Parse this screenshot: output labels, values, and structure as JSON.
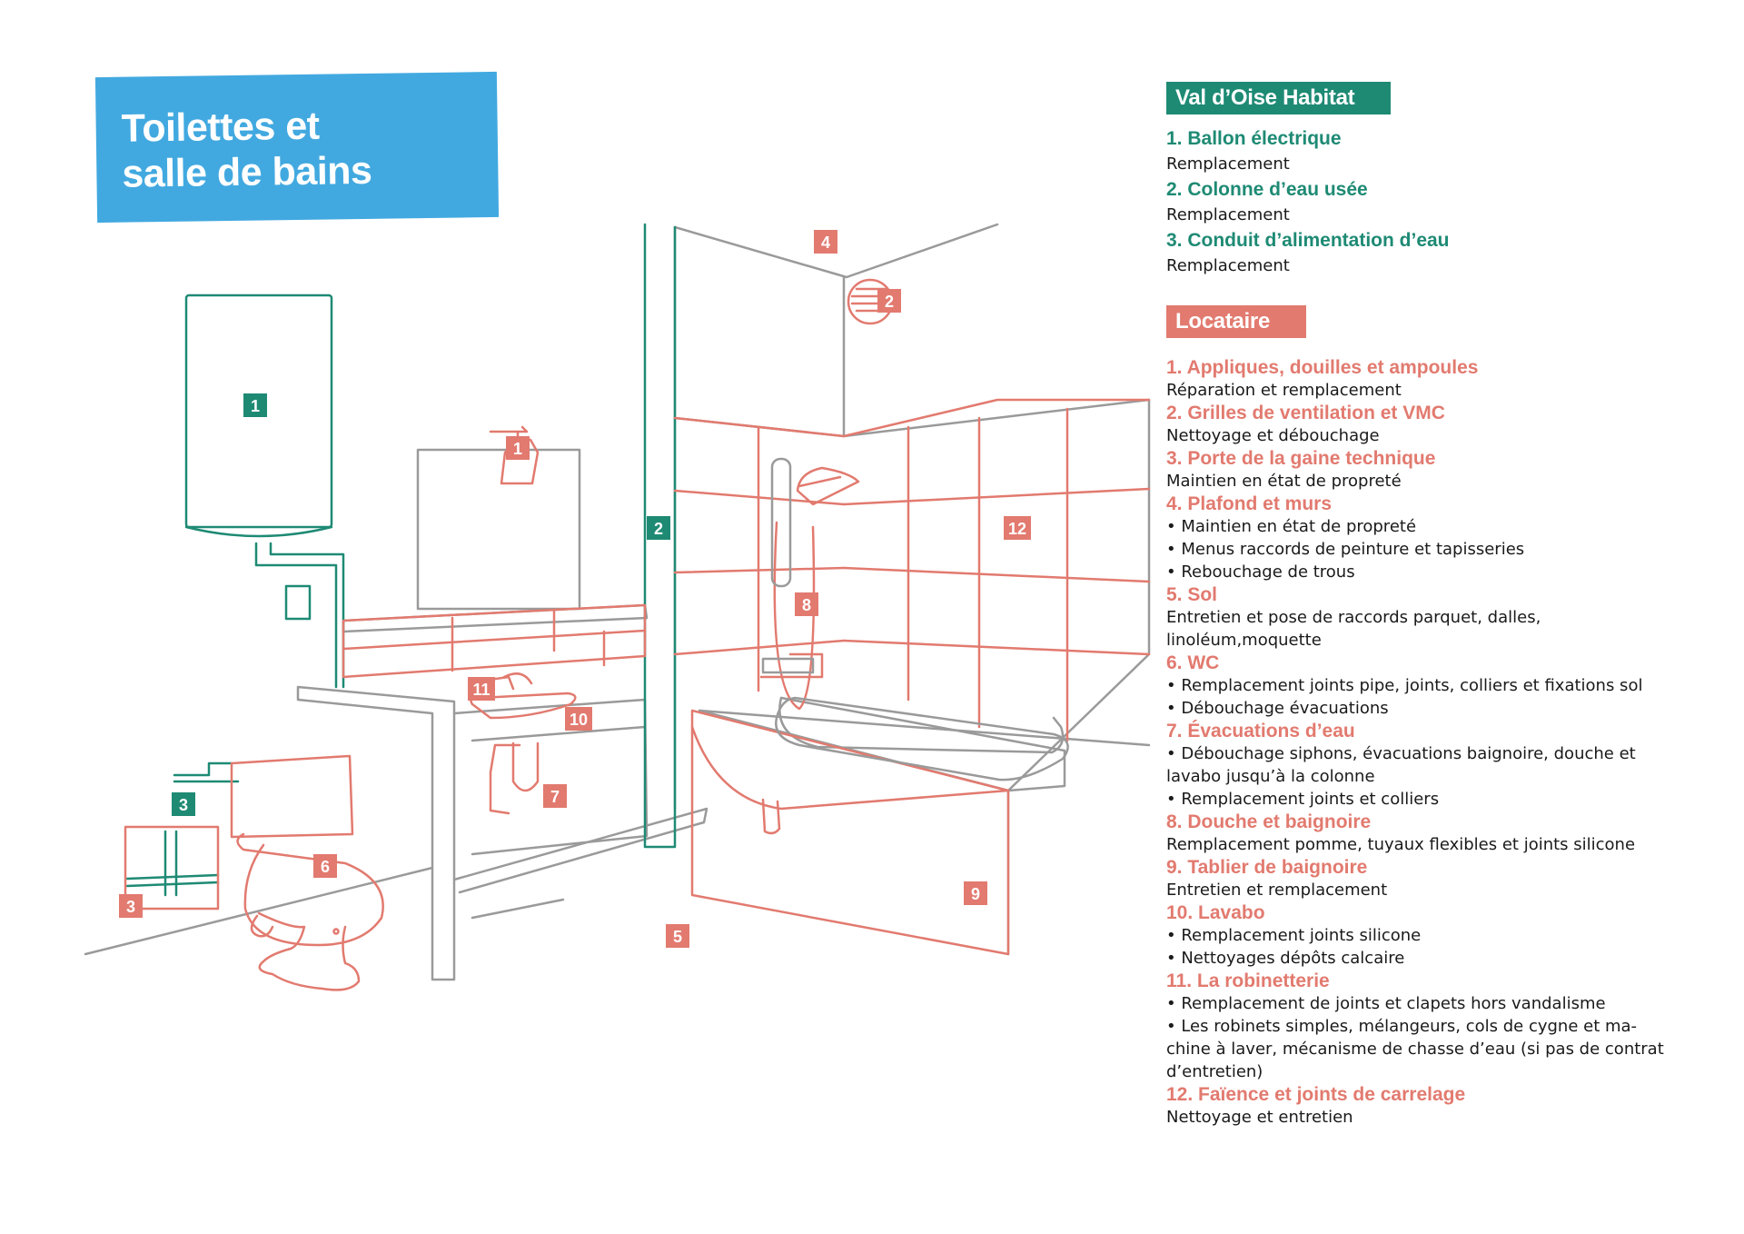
{
  "title": {
    "line1": "Toilettes et",
    "line2": "salle de bains"
  },
  "colors": {
    "title_bg": "#42a9e0",
    "val_oise": "#1e8a74",
    "locataire": "#e27a6f",
    "line_gray": "#9a9a9a"
  },
  "diagram_tags": [
    {
      "id": "tag-vo-1",
      "label": "1",
      "group": "val_oise",
      "item": "ballon-electrique"
    },
    {
      "id": "tag-vo-2",
      "label": "2",
      "group": "val_oise",
      "item": "colonne-eau-usee"
    },
    {
      "id": "tag-vo-3",
      "label": "3",
      "group": "val_oise",
      "item": "conduit-alimentation"
    },
    {
      "id": "tag-loc-1",
      "label": "1",
      "group": "locataire",
      "item": "appliques"
    },
    {
      "id": "tag-loc-2",
      "label": "2",
      "group": "locataire",
      "item": "grilles-ventilation"
    },
    {
      "id": "tag-loc-3",
      "label": "3",
      "group": "locataire",
      "item": "porte-gaine"
    },
    {
      "id": "tag-loc-4",
      "label": "4",
      "group": "locataire",
      "item": "plafond-murs"
    },
    {
      "id": "tag-loc-5",
      "label": "5",
      "group": "locataire",
      "item": "sol"
    },
    {
      "id": "tag-loc-6",
      "label": "6",
      "group": "locataire",
      "item": "wc"
    },
    {
      "id": "tag-loc-7",
      "label": "7",
      "group": "locataire",
      "item": "evacuations"
    },
    {
      "id": "tag-loc-8",
      "label": "8",
      "group": "locataire",
      "item": "douche-baignoire"
    },
    {
      "id": "tag-loc-9",
      "label": "9",
      "group": "locataire",
      "item": "tablier"
    },
    {
      "id": "tag-loc-10",
      "label": "10",
      "group": "locataire",
      "item": "lavabo"
    },
    {
      "id": "tag-loc-11",
      "label": "11",
      "group": "locataire",
      "item": "robinetterie"
    },
    {
      "id": "tag-loc-12",
      "label": "12",
      "group": "locataire",
      "item": "faience"
    }
  ],
  "val_oise": {
    "header": "Val d’Oise Habitat",
    "entries": [
      {
        "title": "1. Ballon électrique",
        "lines": [
          "Remplacement"
        ]
      },
      {
        "title": "2. Colonne d’eau usée",
        "lines": [
          "Remplacement"
        ]
      },
      {
        "title": "3. Conduit d’alimentation d’eau",
        "lines": [
          "Remplacement"
        ]
      }
    ]
  },
  "locataire": {
    "header": "Locataire",
    "entries": [
      {
        "title": "1. Appliques, douilles et ampoules",
        "lines": [
          "Réparation et remplacement"
        ]
      },
      {
        "title": "2. Grilles de ventilation et VMC",
        "lines": [
          "Nettoyage et débouchage"
        ]
      },
      {
        "title": "3. Porte de la gaine technique",
        "lines": [
          "Maintien en état de propreté"
        ]
      },
      {
        "title": "4. Plafond et murs",
        "lines": [
          "• Maintien en état de propreté",
          "• Menus raccords de peinture et tapisseries",
          "• Rebouchage de trous"
        ]
      },
      {
        "title": "5. Sol",
        "lines": [
          "Entretien et pose de raccords parquet, dalles,",
          "linoléum,moquette"
        ]
      },
      {
        "title": "6. WC",
        "lines": [
          "• Remplacement joints pipe, joints, colliers et fixations sol",
          "• Débouchage évacuations"
        ]
      },
      {
        "title": "7. Évacuations d’eau",
        "lines": [
          "• Débouchage siphons, évacuations baignoire, douche et",
          "lavabo jusqu’à la colonne",
          "• Remplacement joints et colliers"
        ]
      },
      {
        "title": "8. Douche et baignoire",
        "lines": [
          "Remplacement pomme, tuyaux flexibles et joints silicone"
        ]
      },
      {
        "title": "9. Tablier de baignoire",
        "lines": [
          "Entretien et remplacement"
        ]
      },
      {
        "title": "10. Lavabo",
        "lines": [
          "• Remplacement joints silicone",
          "• Nettoyages dépôts calcaire"
        ]
      },
      {
        "title": "11. La robinetterie",
        "lines": [
          "• Remplacement de joints et clapets hors vandalisme",
          "• Les robinets simples, mélangeurs, cols de cygne et ma-",
          "chine à laver, mécanisme de chasse d’eau (si pas de contrat",
          "d’entretien)"
        ]
      },
      {
        "title": "12. Faïence et joints de carrelage",
        "lines": [
          "Nettoyage et entretien"
        ]
      }
    ]
  }
}
